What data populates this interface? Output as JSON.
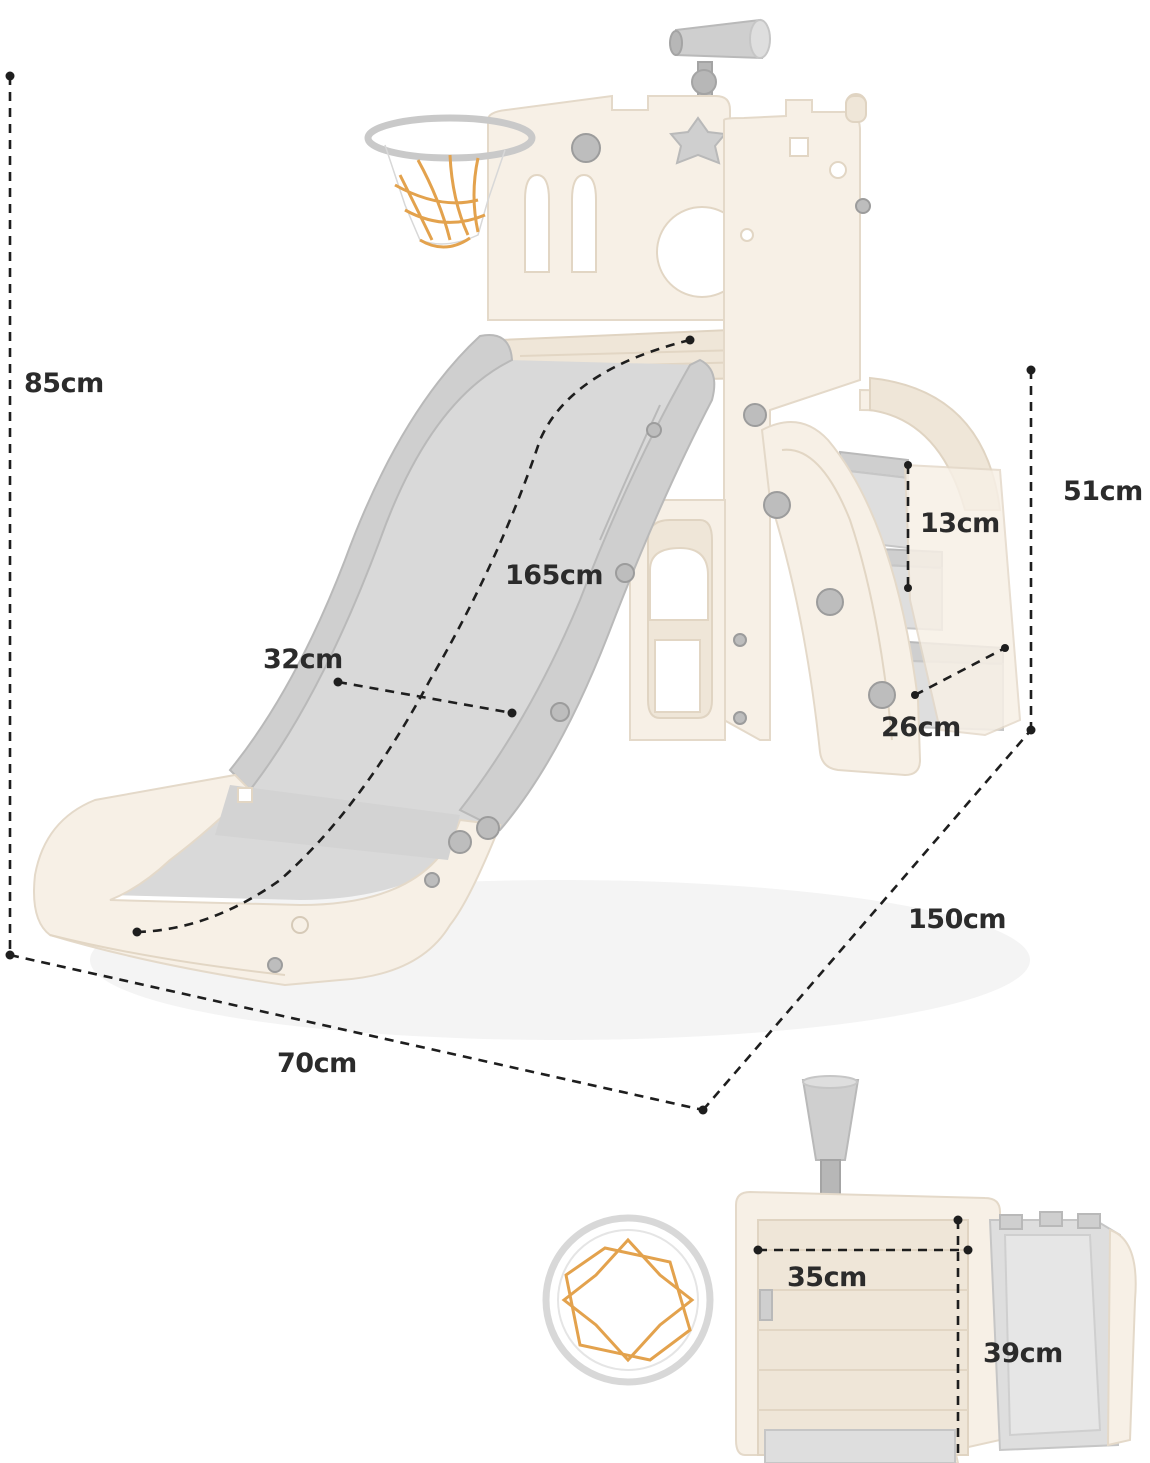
{
  "dimensions": {
    "total_height": "85cm",
    "platform_height": "51cm",
    "step_height": "13cm",
    "slide_length": "165cm",
    "slide_width": "32cm",
    "step_depth": "26cm",
    "overall_width": "70cm",
    "overall_length": "150cm",
    "platform_width": "35cm",
    "platform_depth": "39cm"
  },
  "colors": {
    "frame": "#f7f0e6",
    "slide": "#cfcfcf",
    "net": "#e3a24d",
    "dimension_line": "#1e1e1e"
  }
}
